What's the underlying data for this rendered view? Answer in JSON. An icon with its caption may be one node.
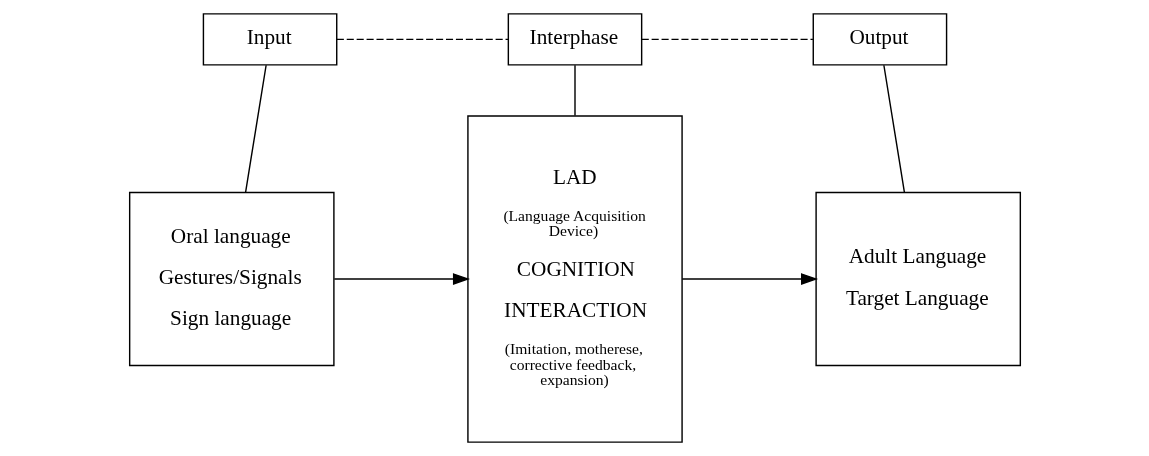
{
  "diagram": {
    "nodes": [
      {
        "text": [
          "Input"
        ]
      },
      {
        "text": [
          "Interphase"
        ]
      },
      {
        "text": [
          "Output"
        ]
      },
      {
        "text": [
          "Oral language",
          "Gestures/Signals",
          "Sign language"
        ]
      },
      {
        "text": [
          "LAD",
          "(Language Acquisition Device)",
          "COGNITION",
          "INTERACTION",
          "(Imitation, motherese, corrective feedback, expansion)"
        ]
      },
      {
        "text": [
          "Adult Language",
          "Target Language"
        ]
      }
    ],
    "edges": [
      {
        "from": 0,
        "to": 1,
        "arrow": "none",
        "style": "dashed"
      },
      {
        "from": 1,
        "to": 2,
        "arrow": "none",
        "style": "dashed"
      },
      {
        "from": 0,
        "to": 3,
        "arrow": "none"
      },
      {
        "from": 1,
        "to": 4,
        "arrow": "none"
      },
      {
        "from": 2,
        "to": 5,
        "arrow": "none"
      },
      {
        "from": 3,
        "to": 4,
        "arrow": "to"
      },
      {
        "from": 4,
        "to": 5,
        "arrow": "to"
      }
    ]
  }
}
